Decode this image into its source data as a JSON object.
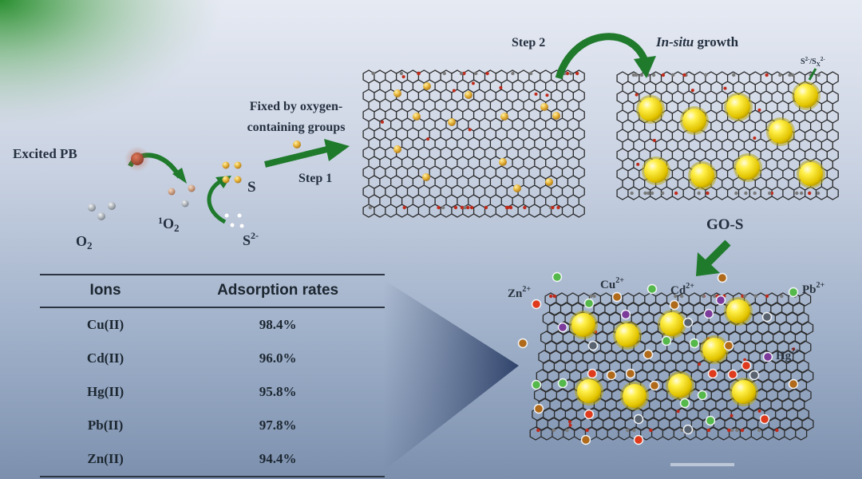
{
  "labels": {
    "excited_pb": "Excited PB",
    "o2": "O",
    "o2_sub": "2",
    "singlet_sup": "1",
    "singlet_o": "O",
    "singlet_sub": "2",
    "s": "S",
    "s2": "S",
    "s2_sup": "2-",
    "fixed_line1": "Fixed by oxygen-",
    "fixed_line2": "containing groups",
    "step1": "Step 1",
    "step2": "Step 2",
    "insitu_italic": "In-situ",
    "insitu_rest": " growth",
    "ssx": "S",
    "ssx_sup1": "2-",
    "ssx_mid": "/S",
    "ssx_sub": "X",
    "ssx_sup2": "2-",
    "gos": "GO-S",
    "zn": "Zn",
    "zn_sup": "2+",
    "cu": "Cu",
    "cu_sup": "2+",
    "cd": "Cd",
    "cd_sup": "2+",
    "pb": "Pb",
    "pb_sup": "2+",
    "hg": "Hg",
    "hg_sup": "2+"
  },
  "table": {
    "headers": [
      "Ions",
      "Adsorption rates"
    ],
    "rows": [
      {
        "ion": "Cu(II)",
        "rate": "98.4%"
      },
      {
        "ion": "Cd(II)",
        "rate": "96.0%"
      },
      {
        "ion": "Hg(II)",
        "rate": "95.8%"
      },
      {
        "ion": "Pb(II)",
        "rate": "97.8%"
      },
      {
        "ion": "Zn(II)",
        "rate": "94.4%"
      }
    ]
  },
  "colors": {
    "arrow": "#1f7a2c",
    "sulfur": "#f2d21a",
    "lattice": "#2a2a2a",
    "oxygen": "#c02a1a",
    "ion_green": "#55b84a",
    "ion_red": "#e03a1c",
    "ion_orange": "#b06a1a",
    "ion_purple": "#7c3a9a",
    "ion_gray": "#5a6470"
  }
}
